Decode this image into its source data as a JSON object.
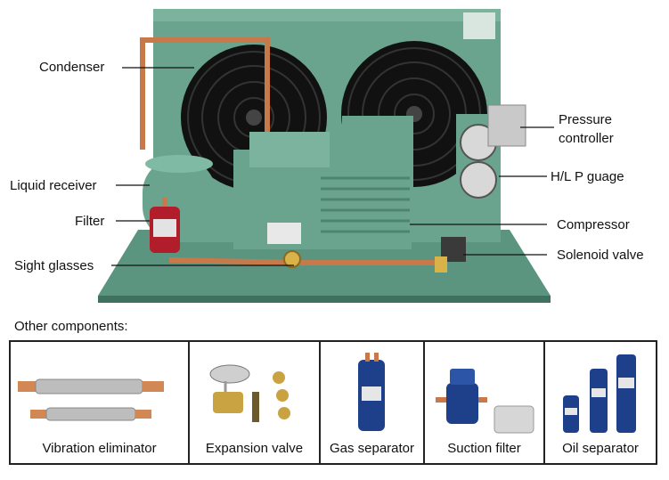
{
  "callouts": {
    "condenser": "Condenser",
    "liquid_receiver": "Liquid receiver",
    "filter": "Filter",
    "sight_glasses": "Sight glasses",
    "pressure_controller_line1": "Pressure",
    "pressure_controller_line2": "controller",
    "hl_gauge": "H/L P guage",
    "compressor": "Compressor",
    "solenoid_valve": "Solenoid valve"
  },
  "other_components": {
    "title": "Other components:",
    "items": [
      {
        "label": "Vibration eliminator",
        "icon": "vibration-eliminator-icon"
      },
      {
        "label": "Expansion valve",
        "icon": "expansion-valve-icon"
      },
      {
        "label": "Gas separator",
        "icon": "gas-separator-icon"
      },
      {
        "label": "Suction filter",
        "icon": "suction-filter-icon"
      },
      {
        "label": "Oil separator",
        "icon": "oil-separator-icon"
      }
    ]
  },
  "colors": {
    "unit_green": "#5e9a86",
    "copper": "#c8794a",
    "separator_blue": "#1e3f8a"
  }
}
